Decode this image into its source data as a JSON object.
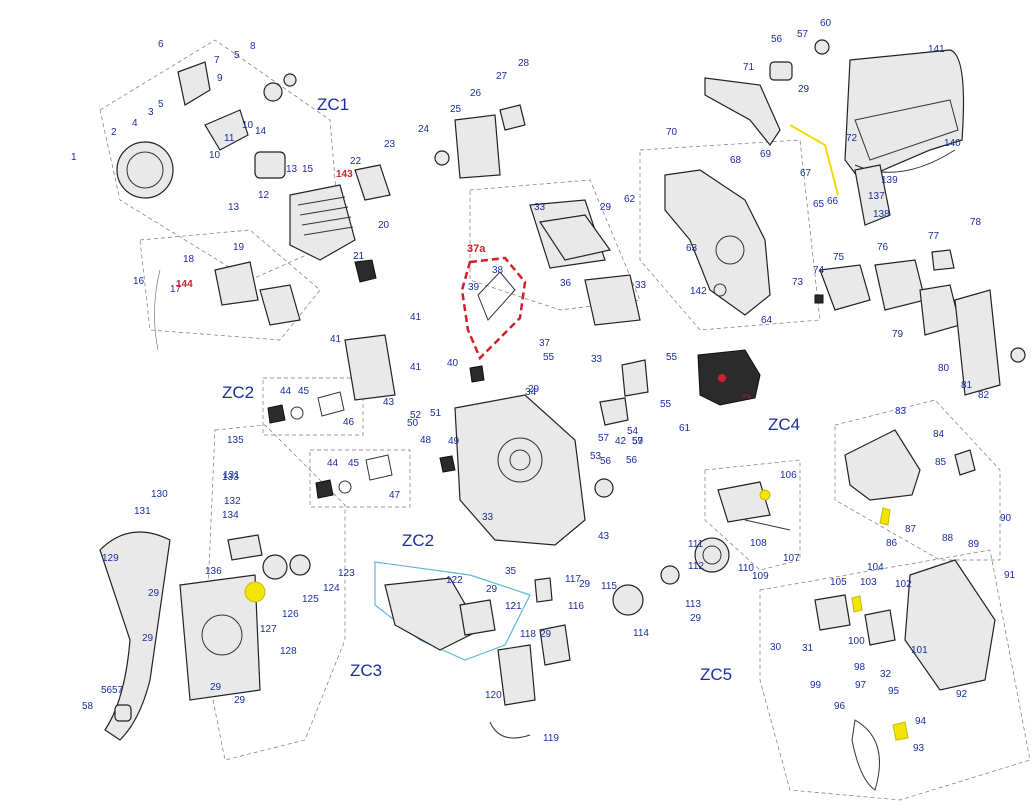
{
  "diagram": {
    "groups": [
      {
        "id": "zc1",
        "label": "ZC1"
      },
      {
        "id": "zc2a",
        "label": "ZC2"
      },
      {
        "id": "zc2b",
        "label": "ZC2"
      },
      {
        "id": "zc3",
        "label": "ZC3"
      },
      {
        "id": "zc4",
        "label": "ZC4"
      },
      {
        "id": "zc5",
        "label": "ZC5"
      },
      {
        "id": "p37a",
        "label": "37a"
      }
    ],
    "inset_label": "37a",
    "callouts": [
      "1",
      "2",
      "3",
      "4",
      "5",
      "5",
      "6",
      "7",
      "8",
      "9",
      "10",
      "10",
      "11",
      "12",
      "13",
      "13",
      "14",
      "15",
      "16",
      "17",
      "18",
      "19",
      "20",
      "21",
      "22",
      "23",
      "24",
      "25",
      "26",
      "27",
      "28",
      "29",
      "29",
      "29",
      "29",
      "29",
      "29",
      "29",
      "29",
      "29",
      "29",
      "29",
      "30",
      "31",
      "32",
      "33",
      "33",
      "33",
      "33",
      "34",
      "35",
      "36",
      "37",
      "38",
      "39",
      "40",
      "41",
      "41",
      "41",
      "42",
      "43",
      "43",
      "44",
      "44",
      "45",
      "45",
      "46",
      "47",
      "48",
      "49",
      "50",
      "51",
      "52",
      "53",
      "54",
      "55",
      "55",
      "55",
      "56",
      "56",
      "56",
      "56",
      "57",
      "57",
      "57",
      "57",
      "58",
      "59",
      "60",
      "61",
      "62",
      "63",
      "64",
      "65",
      "66",
      "67",
      "68",
      "69",
      "70",
      "71",
      "72",
      "73",
      "74",
      "75",
      "76",
      "77",
      "78",
      "79",
      "80",
      "81",
      "82",
      "83",
      "84",
      "85",
      "86",
      "87",
      "88",
      "89",
      "90",
      "91",
      "92",
      "93",
      "94",
      "95",
      "96",
      "97",
      "98",
      "99",
      "100",
      "101",
      "102",
      "103",
      "104",
      "105",
      "106",
      "107",
      "108",
      "109",
      "110",
      "111",
      "112",
      "113",
      "114",
      "115",
      "116",
      "117",
      "118",
      "119",
      "120",
      "121",
      "122",
      "123",
      "124",
      "125",
      "126",
      "127",
      "128",
      "129",
      "130",
      "131",
      "131",
      "132",
      "133",
      "134",
      "135",
      "136",
      "137",
      "138",
      "139",
      "140",
      "141",
      "142",
      "143",
      "144"
    ],
    "red_callouts": [
      "143",
      "144"
    ],
    "colors": {
      "label_blue": "#1a2fa0",
      "highlight_red": "#d0202a",
      "highlight_yellow": "#f4e500",
      "group_outline_cyan": "#5fb8d8"
    }
  }
}
